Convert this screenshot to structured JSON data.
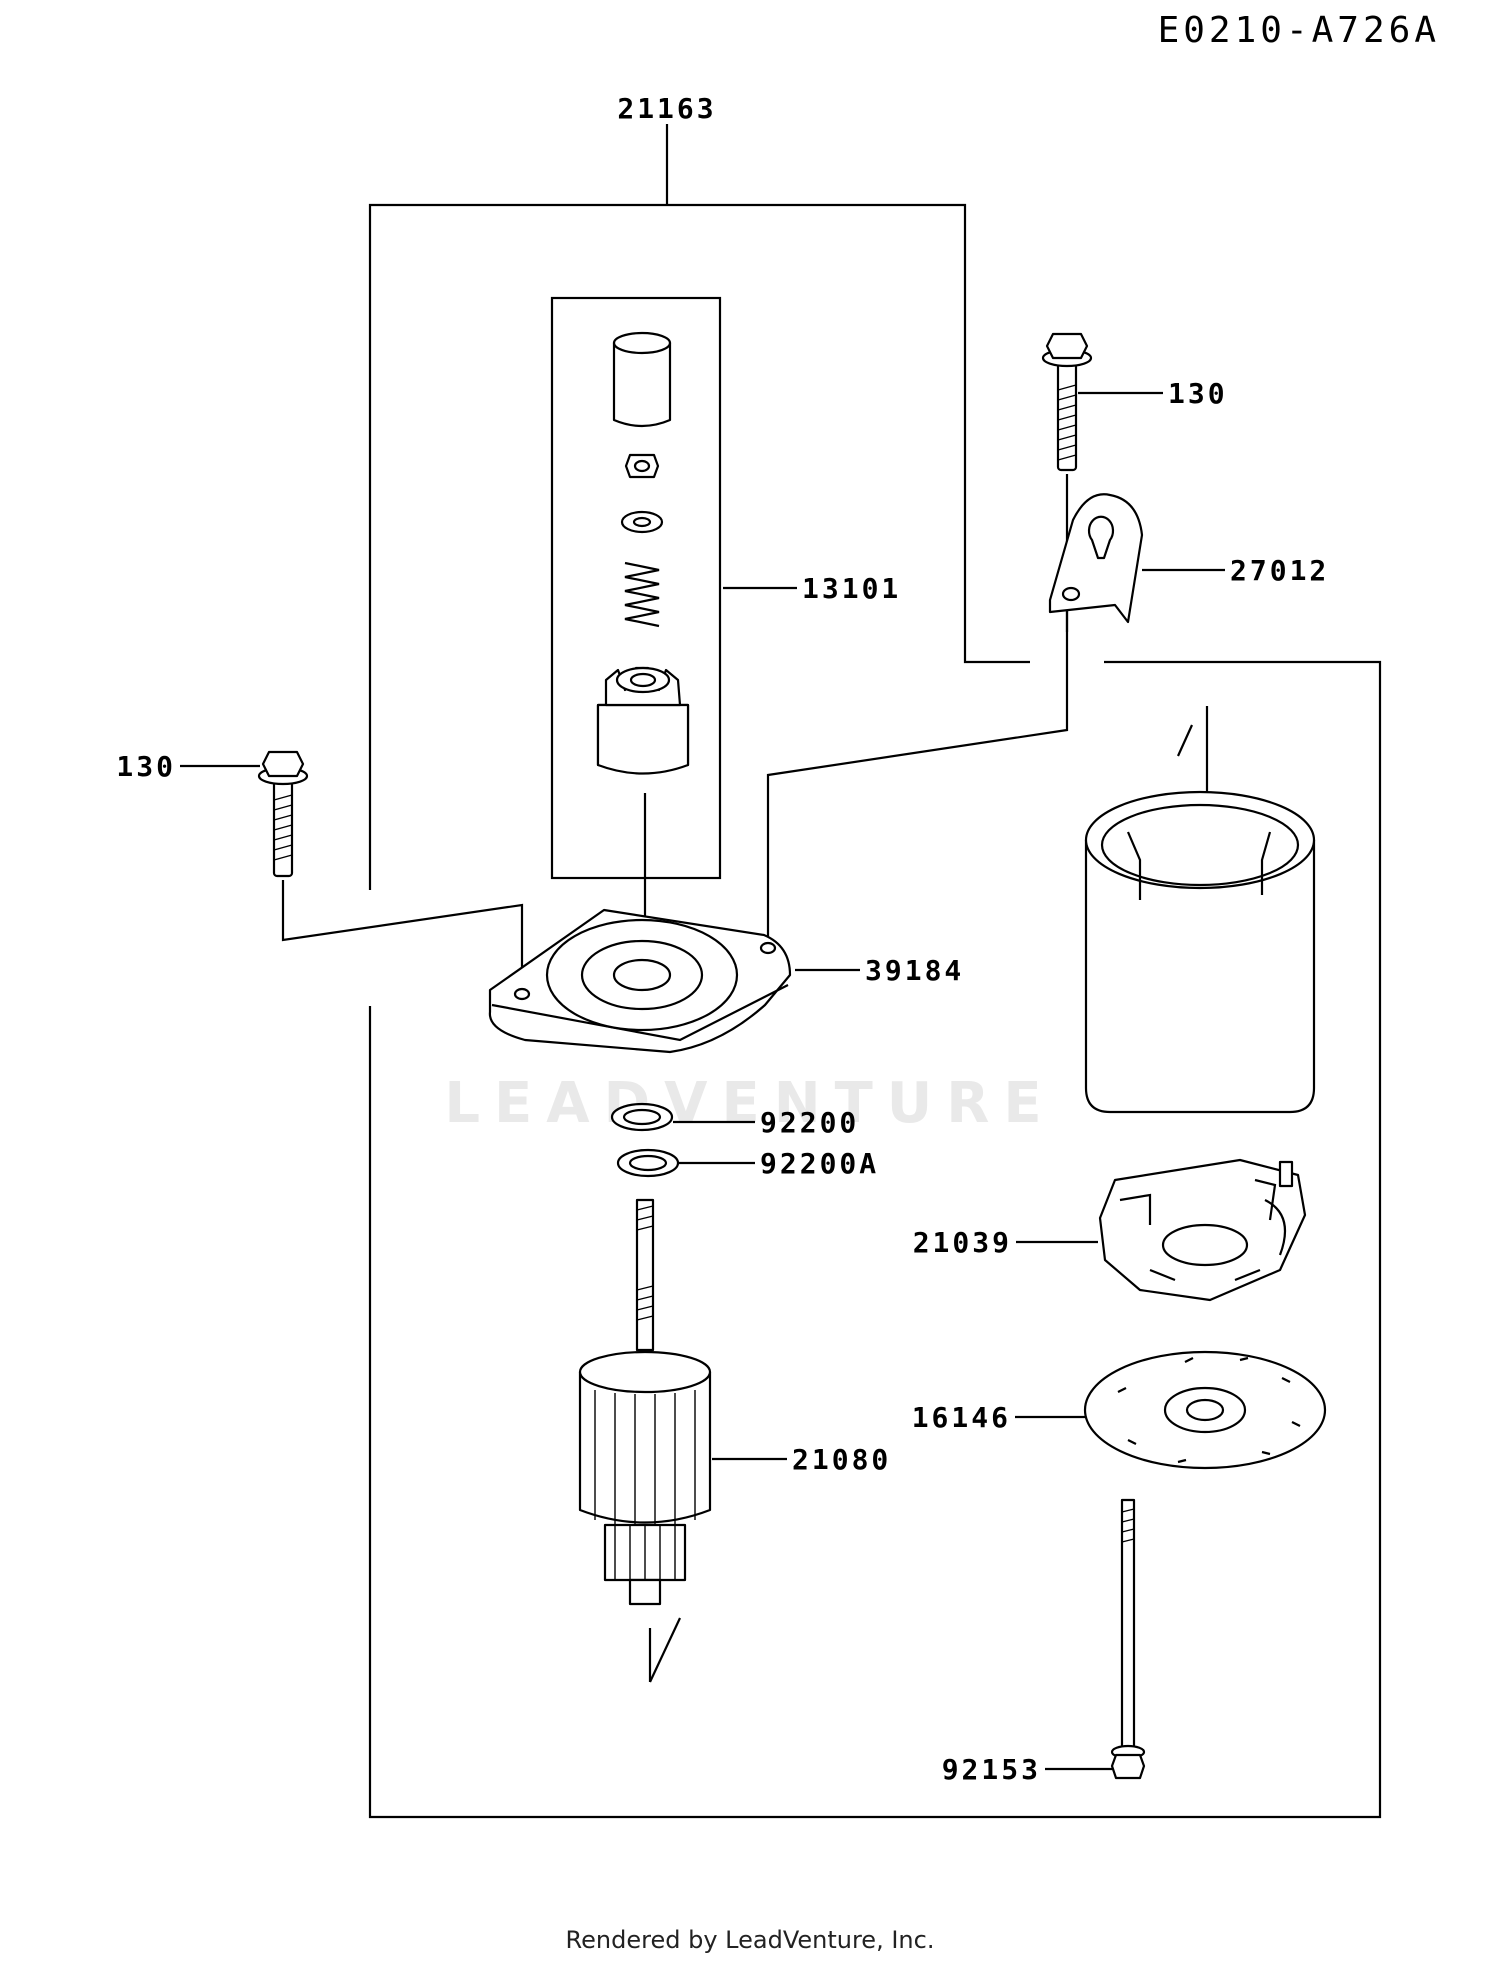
{
  "diagram_code": "E0210-A726A",
  "watermark": "LEADVENTURE",
  "footer": "Rendered by LeadVenture, Inc.",
  "callouts": {
    "starter_assy": "21163",
    "bolt_top": "130",
    "drive_kit": "13101",
    "bracket": "27012",
    "bolt_left": "130",
    "cover": "39184",
    "washer_a": "92200",
    "washer_b": "92200A",
    "brush_holder": "21039",
    "armature": "21080",
    "plate": "16146",
    "through_bolt": "92153"
  }
}
